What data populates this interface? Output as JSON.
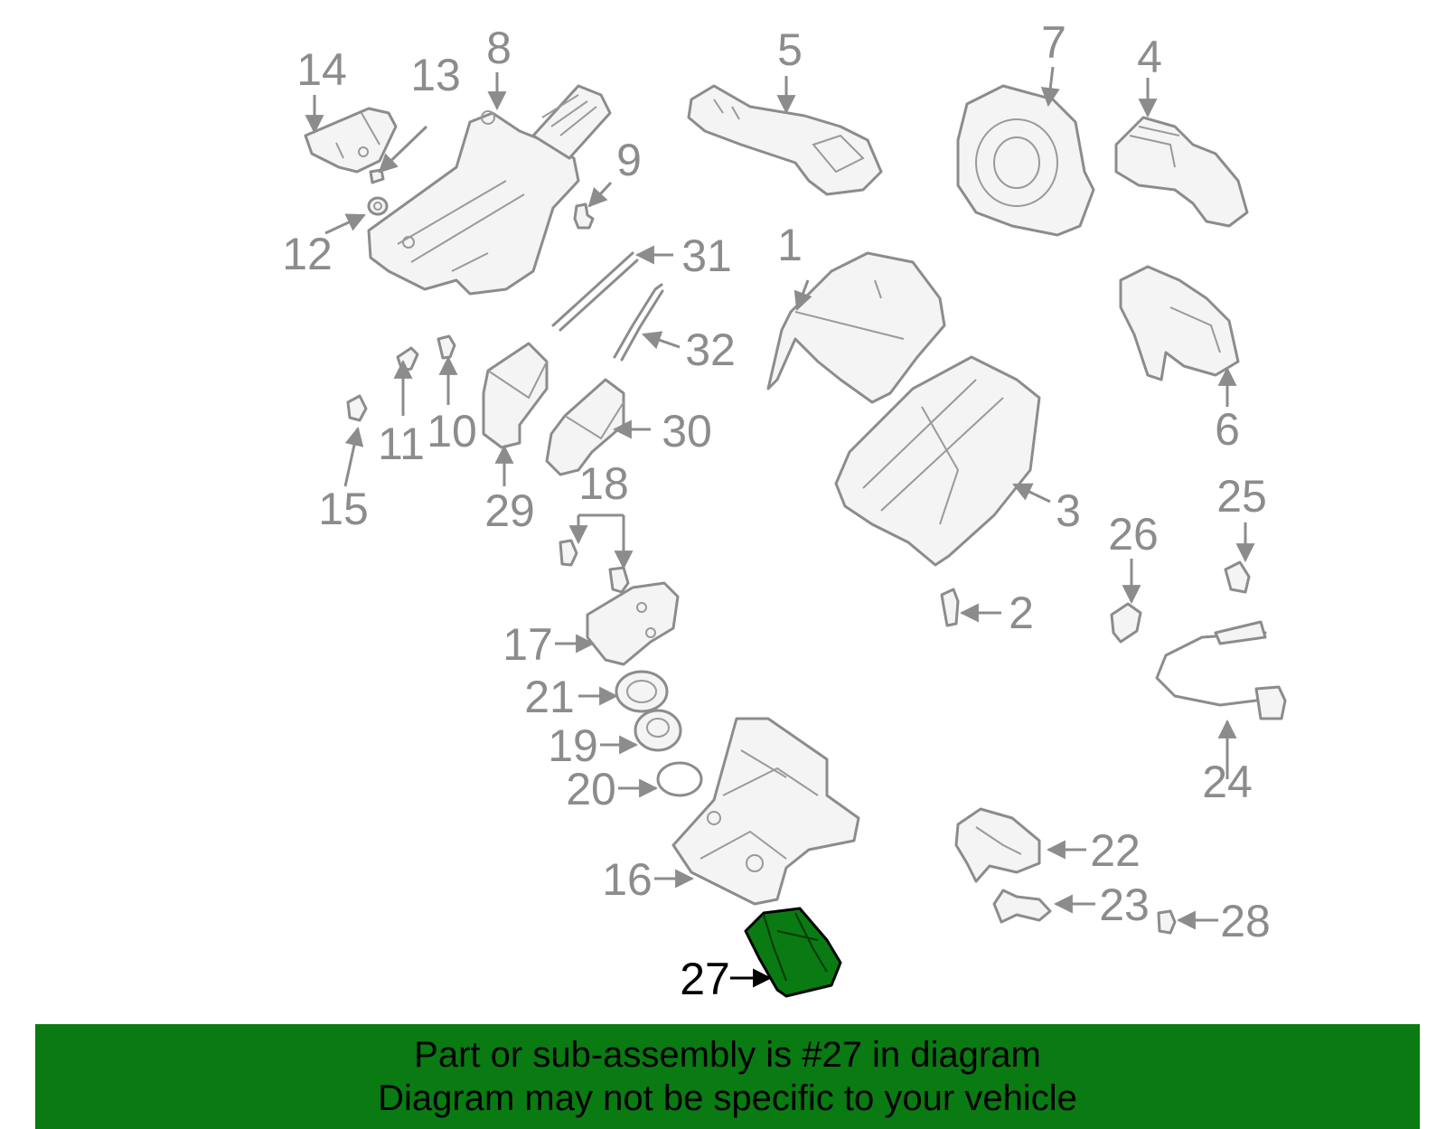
{
  "diagram": {
    "callouts": [
      {
        "id": "1",
        "label": "1"
      },
      {
        "id": "2",
        "label": "2"
      },
      {
        "id": "3",
        "label": "3"
      },
      {
        "id": "4",
        "label": "4"
      },
      {
        "id": "5",
        "label": "5"
      },
      {
        "id": "6",
        "label": "6"
      },
      {
        "id": "7",
        "label": "7"
      },
      {
        "id": "8",
        "label": "8"
      },
      {
        "id": "9",
        "label": "9"
      },
      {
        "id": "10",
        "label": "10"
      },
      {
        "id": "11",
        "label": "11"
      },
      {
        "id": "12",
        "label": "12"
      },
      {
        "id": "13",
        "label": "13"
      },
      {
        "id": "14",
        "label": "14"
      },
      {
        "id": "15",
        "label": "15"
      },
      {
        "id": "16",
        "label": "16"
      },
      {
        "id": "17",
        "label": "17"
      },
      {
        "id": "18",
        "label": "18"
      },
      {
        "id": "19",
        "label": "19"
      },
      {
        "id": "20",
        "label": "20"
      },
      {
        "id": "21",
        "label": "21"
      },
      {
        "id": "22",
        "label": "22"
      },
      {
        "id": "23",
        "label": "23"
      },
      {
        "id": "24",
        "label": "24"
      },
      {
        "id": "25",
        "label": "25"
      },
      {
        "id": "26",
        "label": "26"
      },
      {
        "id": "27",
        "label": "27",
        "highlighted": true
      },
      {
        "id": "28",
        "label": "28"
      },
      {
        "id": "29",
        "label": "29"
      },
      {
        "id": "30",
        "label": "30"
      },
      {
        "id": "31",
        "label": "31"
      },
      {
        "id": "32",
        "label": "32"
      }
    ],
    "highlight_color": "#0a7a12",
    "line_color": "#8c8c8c"
  },
  "banner": {
    "line1": "Part or sub-assembly is #27 in diagram",
    "line2": "Diagram may not be specific to your vehicle",
    "background": "#0a7a12"
  }
}
